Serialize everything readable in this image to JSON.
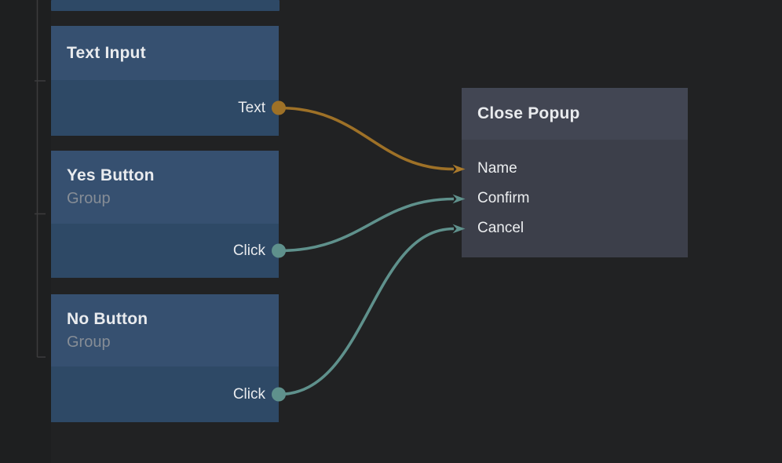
{
  "app": {
    "view": "node-graph-editor"
  },
  "colors": {
    "background": "#212223",
    "background_left": "#1e1f20",
    "node_header": "#365070",
    "node_body": "#2e4966",
    "action_header": "#424653",
    "action_body": "#3c3f4a",
    "title_text": "#e9ebee",
    "subtitle_text": "#868d96",
    "wire_orange": "#9e7127",
    "arrow_orange": "#aa7a2c",
    "wire_teal": "#5f918c",
    "tree_line": "#3c3c3d"
  },
  "nodes": {
    "text_input": {
      "title": "Text Input",
      "output_port": {
        "label": "Text"
      }
    },
    "yes_button": {
      "title": "Yes Button",
      "subtitle": "Group",
      "output_port": {
        "label": "Click"
      }
    },
    "no_button": {
      "title": "No Button",
      "subtitle": "Group",
      "output_port": {
        "label": "Click"
      }
    },
    "close_popup": {
      "title": "Close Popup",
      "inputs": [
        {
          "label": "Name"
        },
        {
          "label": "Confirm"
        },
        {
          "label": "Cancel"
        }
      ]
    }
  },
  "connections": [
    {
      "from": "Text Input.Text",
      "to": "Close Popup.Name"
    },
    {
      "from": "Yes Button.Click",
      "to": "Close Popup.Confirm"
    },
    {
      "from": "No Button.Click",
      "to": "Close Popup.Cancel"
    }
  ]
}
